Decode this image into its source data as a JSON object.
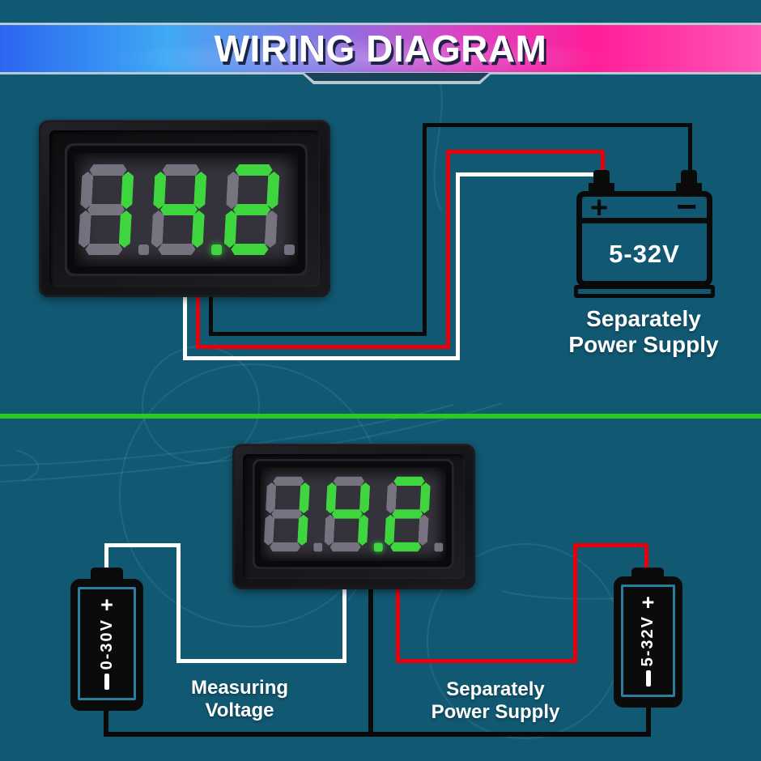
{
  "banner": {
    "title": "WIRING DIAGRAM",
    "gradient_left_color": "#2B66F0",
    "gradient_right_color": "#FF1E98",
    "border_color": "#B6CAD6"
  },
  "page": {
    "background_color": "#115973",
    "divider_color": "#27CE17"
  },
  "top_section": {
    "meter": {
      "reading": "14.2",
      "segment_on_color": "#3ED53E",
      "segment_off_color": "#8B8595"
    },
    "wires": {
      "white_measure_color": "#FFFFFF",
      "red_positive_color": "#E8000D",
      "black_negative_color": "#0A0A0A"
    },
    "battery": {
      "style": "car-battery",
      "voltage_label": "5-32V",
      "positive_symbol": "+",
      "negative_symbol": "−"
    },
    "caption": {
      "line1": "Separately",
      "line2": "Power Supply"
    }
  },
  "bottom_section": {
    "meter": {
      "reading": "14.2"
    },
    "measure_battery": {
      "style": "cell-battery",
      "voltage_label": "0-30V",
      "positive_symbol": "+",
      "negative_symbol": "−"
    },
    "power_battery": {
      "style": "cell-battery",
      "voltage_label": "5-32V",
      "positive_symbol": "+",
      "negative_symbol": "−"
    },
    "measure_caption": {
      "line1": "Measuring",
      "line2": "Voltage"
    },
    "power_caption": {
      "line1": "Separately",
      "line2": "Power Supply"
    }
  }
}
